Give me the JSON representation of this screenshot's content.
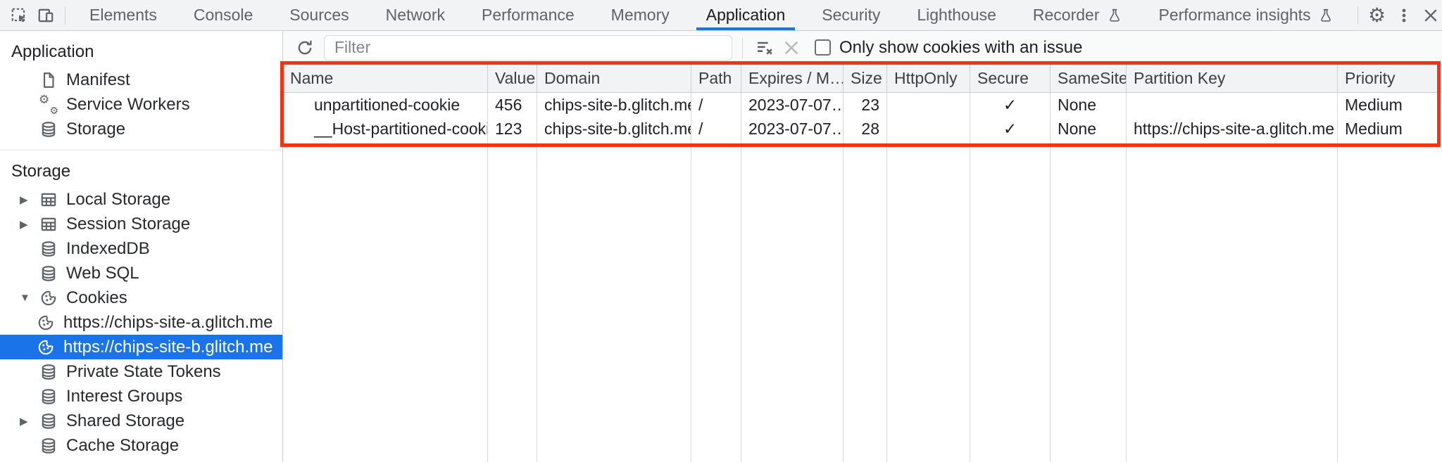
{
  "colors": {
    "accent_blue": "#1a73e8",
    "highlight_red": "#f43214",
    "selected_bg": "#1a73e8"
  },
  "icons": {
    "collapsed": "▶",
    "expanded": "▼",
    "gear": "⚙"
  },
  "tabbar": {
    "tabs": [
      {
        "label": "Elements"
      },
      {
        "label": "Console"
      },
      {
        "label": "Sources"
      },
      {
        "label": "Network"
      },
      {
        "label": "Performance"
      },
      {
        "label": "Memory"
      },
      {
        "label": "Application",
        "active": true
      },
      {
        "label": "Security"
      },
      {
        "label": "Lighthouse"
      },
      {
        "label": "Recorder",
        "experimental": true
      },
      {
        "label": "Performance insights",
        "experimental": true
      }
    ]
  },
  "sidebar": {
    "application_section": {
      "title": "Application",
      "items": [
        {
          "label": "Manifest",
          "icon": "file-icon"
        },
        {
          "label": "Service Workers",
          "icon": "service-workers-icon"
        },
        {
          "label": "Storage",
          "icon": "database-icon"
        }
      ]
    },
    "storage_section": {
      "title": "Storage",
      "items": [
        {
          "label": "Local Storage",
          "icon": "table-icon",
          "state": "collapsed"
        },
        {
          "label": "Session Storage",
          "icon": "table-icon",
          "state": "collapsed"
        },
        {
          "label": "IndexedDB",
          "icon": "database-icon"
        },
        {
          "label": "Web SQL",
          "icon": "database-icon"
        },
        {
          "label": "Cookies",
          "icon": "cookie-icon",
          "state": "expanded"
        },
        {
          "label": "https://chips-site-a.glitch.me",
          "icon": "cookie-icon",
          "child": true
        },
        {
          "label": "https://chips-site-b.glitch.me",
          "icon": "cookie-icon",
          "child": true,
          "selected": true
        },
        {
          "label": "Private State Tokens",
          "icon": "database-icon"
        },
        {
          "label": "Interest Groups",
          "icon": "database-icon"
        },
        {
          "label": "Shared Storage",
          "icon": "database-icon",
          "state": "collapsed"
        },
        {
          "label": "Cache Storage",
          "icon": "database-icon"
        }
      ]
    }
  },
  "cookies_panel": {
    "filter_placeholder": "Filter",
    "only_issue_label": "Only show cookies with an issue",
    "table": {
      "columns": [
        "Name",
        "Value",
        "Domain",
        "Path",
        "Expires / M…",
        "Size",
        "HttpOnly",
        "Secure",
        "SameSite",
        "Partition Key",
        "Priority"
      ],
      "rows": [
        {
          "cells": [
            "unpartitioned-cookie",
            "456",
            "chips-site-b.glitch.me",
            "/",
            "2023-07-07…",
            "23",
            "",
            "✓",
            "None",
            "",
            "Medium"
          ]
        },
        {
          "cells": [
            "__Host-partitioned-cookie",
            "123",
            "chips-site-b.glitch.me",
            "/",
            "2023-07-07…",
            "28",
            "",
            "✓",
            "None",
            "https://chips-site-a.glitch.me",
            "Medium"
          ]
        }
      ]
    }
  }
}
